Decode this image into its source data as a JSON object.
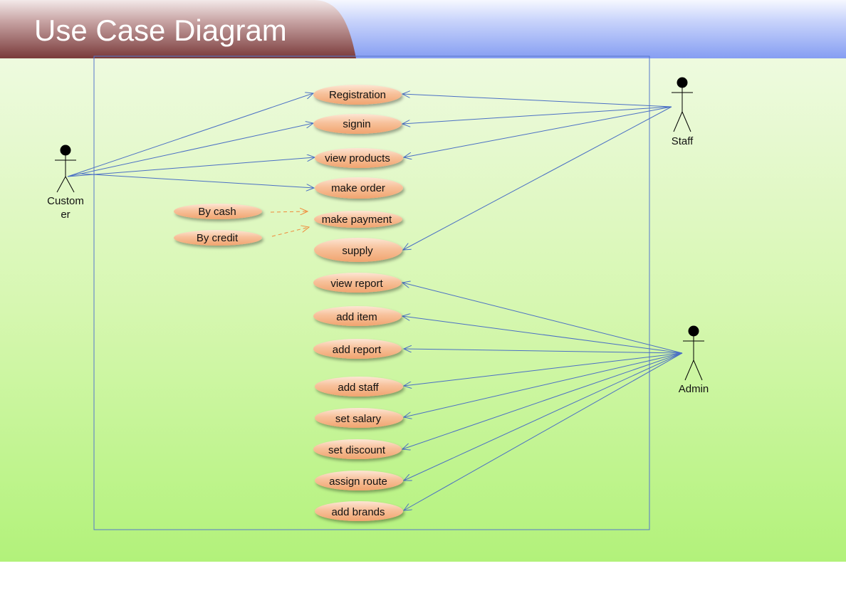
{
  "title": "Use Case Diagram",
  "colors": {
    "background_top": "#ebfadc",
    "background_bottom": "#b4f37c",
    "title_tab": "#8a4a4a",
    "header_blue": "#8aa2f2",
    "boundary": "#5577cc",
    "association": "#4a6fc4",
    "dependency": "#f08a3a",
    "usecase_fill": "#f6b587"
  },
  "actors": {
    "customer": {
      "name_line1": "Custom",
      "name_line2": "er"
    },
    "staff": {
      "name": "Staff"
    },
    "admin": {
      "name": "Admin"
    }
  },
  "use_cases": {
    "registration": "Registration",
    "signin": "signin",
    "view_products": "view products",
    "make_order": "make order",
    "by_cash": "By cash",
    "by_credit": "By credit",
    "make_payment": "make payment",
    "supply": "supply",
    "view_report": "view report",
    "add_item": "add item",
    "add_report": "add report",
    "add_staff": "add staff",
    "set_salary": "set salary",
    "set_discount": "set discount",
    "assign_route": "assign route",
    "add_brands": "add brands"
  }
}
